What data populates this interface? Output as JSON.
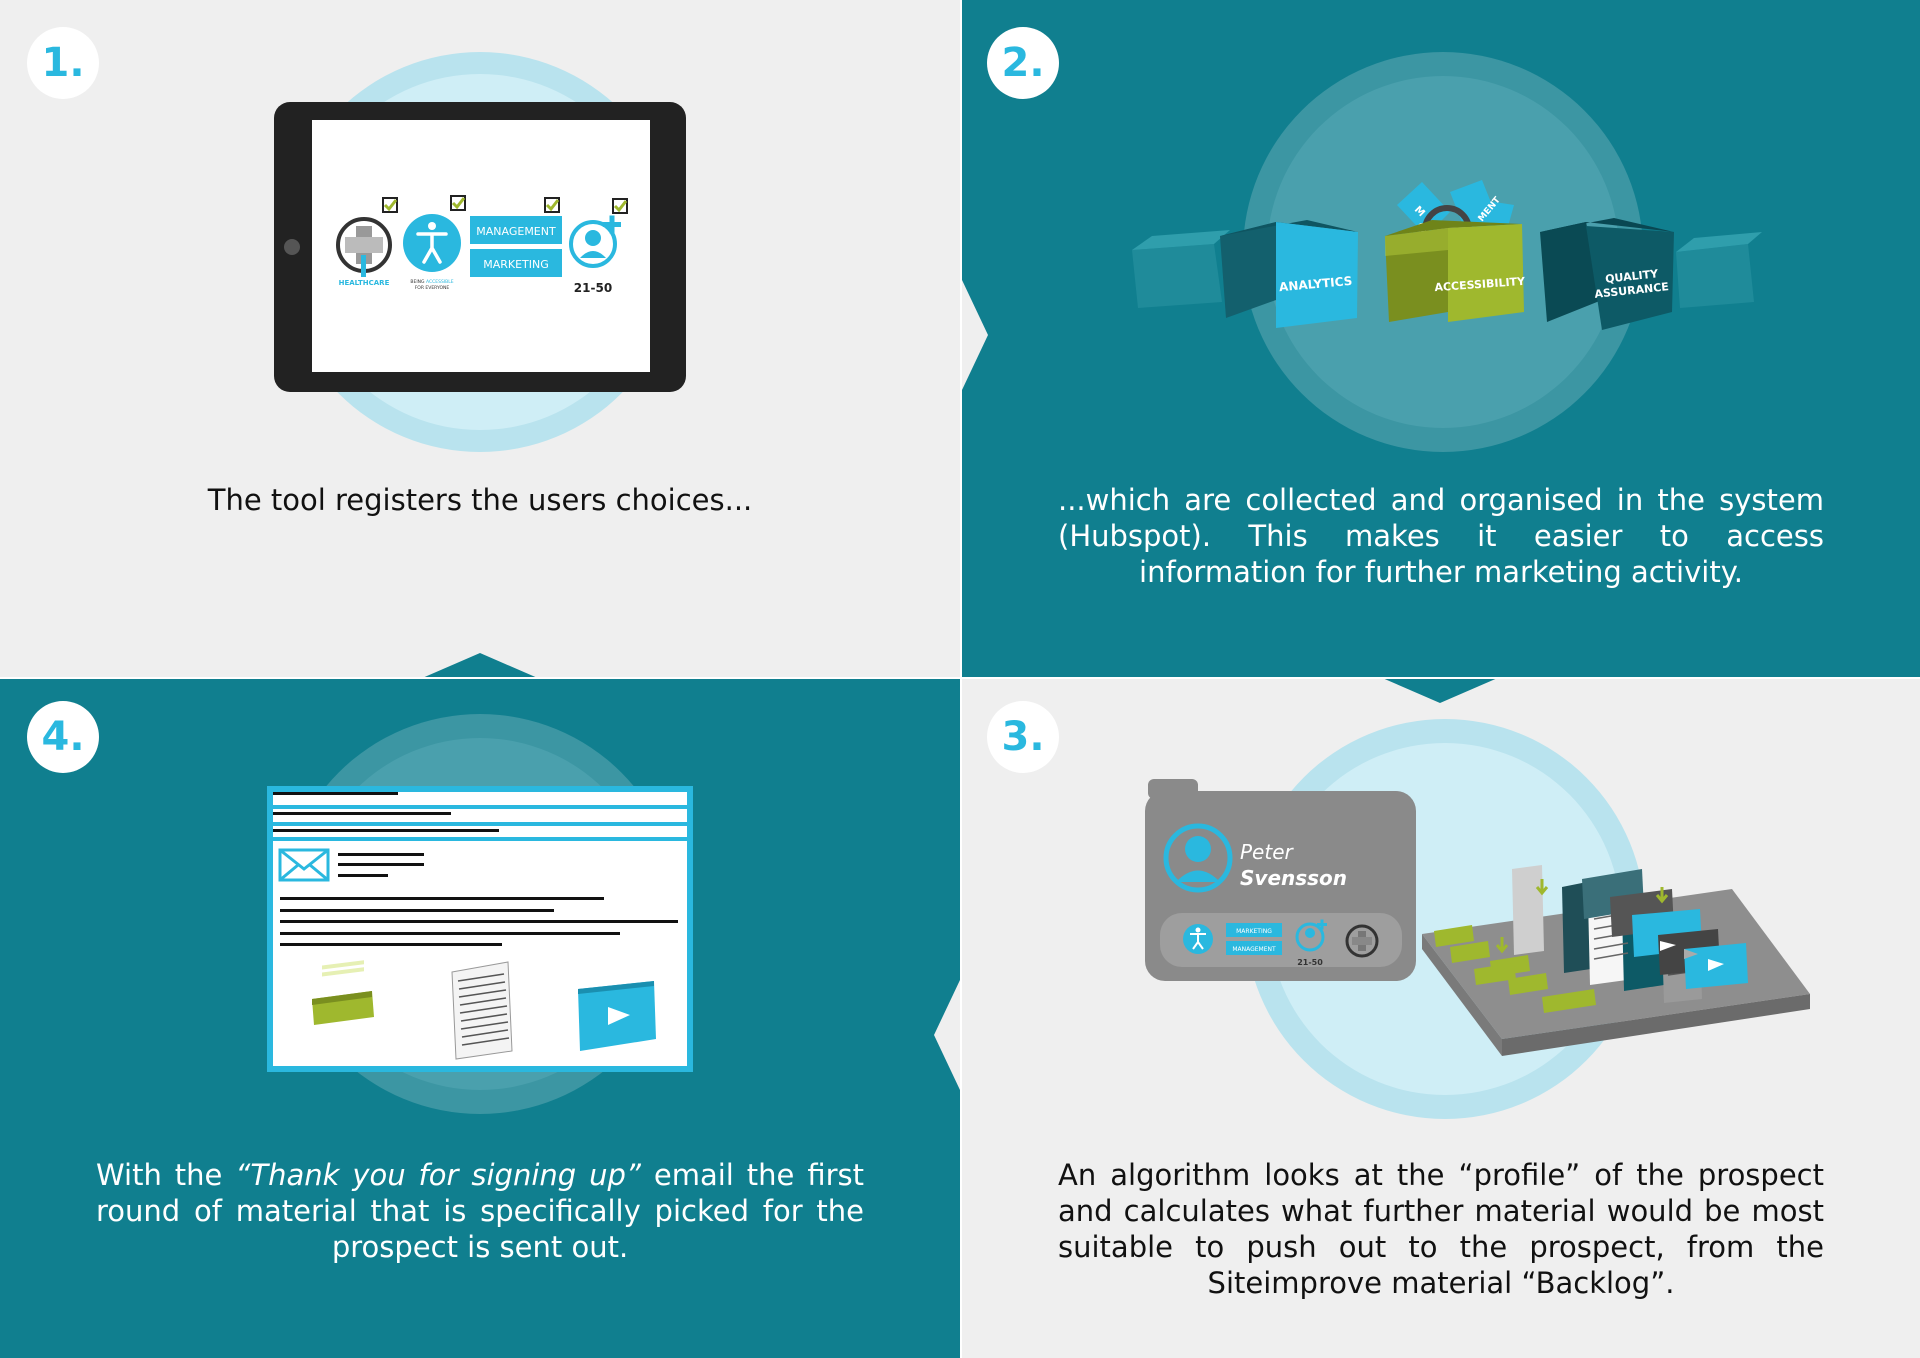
{
  "steps": [
    {
      "number": "1.",
      "caption": "The tool registers the users choices..."
    },
    {
      "number": "2.",
      "caption": "...which are collected and organised in the system (Hubspot). This makes it easier to access information for further marketing activity."
    },
    {
      "number": "3.",
      "caption": "An algorithm looks at the “profile” of the prospect and calculates what further material would be most suitable to push out to the prospect, from the Siteimprove material “Backlog”."
    },
    {
      "number": "4.",
      "caption_before": "With the ",
      "caption_emphasis": "“Thank you for signing up”",
      "caption_after": " email the first round of material that is specifically picked for the prospect is sent out."
    }
  ],
  "tablet": {
    "healthcare_label": "HEALTHCARE",
    "accessible_label_1": "BEING ",
    "accessible_label_2": "ACCESSIBLE",
    "accessible_label_3": "FOR EVERYONE",
    "management_label": "MANAGEMENT",
    "marketing_label": "MARKETING",
    "size_label": "21-50"
  },
  "boxes": {
    "analytics": "ANALYTICS",
    "accessibility": "ACCESSIBILITY",
    "quality_line1": "QUALITY",
    "quality_line2": "ASSURANCE",
    "card_letter": "M",
    "card_word": "MENT"
  },
  "profile": {
    "first_name": "Peter",
    "last_name": "Svensson",
    "marketing_label": "MARKETING",
    "management_label": "MANAGEMENT",
    "size_label": "21-50"
  },
  "colors": {
    "teal": "#107f8f",
    "light_bg": "#efefef",
    "accent_blue": "#2ab8df",
    "lime": "#9fb82e",
    "dark_teal": "#0d5a66"
  }
}
